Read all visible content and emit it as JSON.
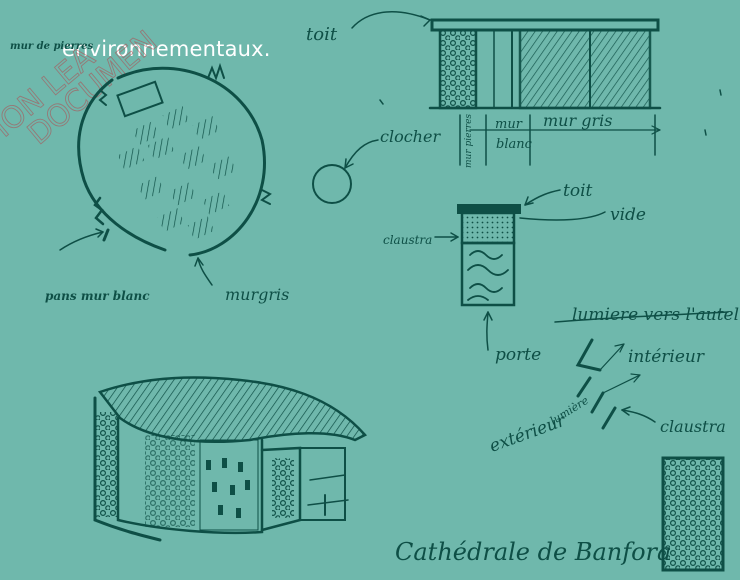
{
  "header": {
    "line1": "... ... ... ... ... ... ... ... ... ... ... ...",
    "line2": "environnementaux."
  },
  "watermark": {
    "line1": "TION LEA",
    "line2": "DOCUMEN"
  },
  "sketch_plan": {
    "label_mur_de_pierres": "mur de pierres",
    "label_pans_mur_blanc": "pans mur blanc",
    "label_mur_gris": "murgris",
    "label_clocher": "clocher",
    "label_toit": "toit"
  },
  "sketch_elevation": {
    "label_mur_pierres": "mur pierres",
    "label_mur": "mur",
    "label_blanc": "blanc",
    "label_mur_gris": "mur gris"
  },
  "sketch_section": {
    "label_toit": "toit",
    "label_vide": "vide",
    "label_claustra": "claustra",
    "label_porte": "porte"
  },
  "sketch_light": {
    "label_lumiere_autel": "lumiere vers l'autel",
    "label_interieur": "intérieur",
    "label_exterieur": "extérieur",
    "label_lumiere": "lumière",
    "label_claustra": "claustra"
  },
  "caption": {
    "title": "Cathédrale de Banfora"
  },
  "colors": {
    "background": "#6fb8ac",
    "ink": "#0e4f46",
    "header_text": "#ffffff",
    "watermark": "#b3464c"
  }
}
